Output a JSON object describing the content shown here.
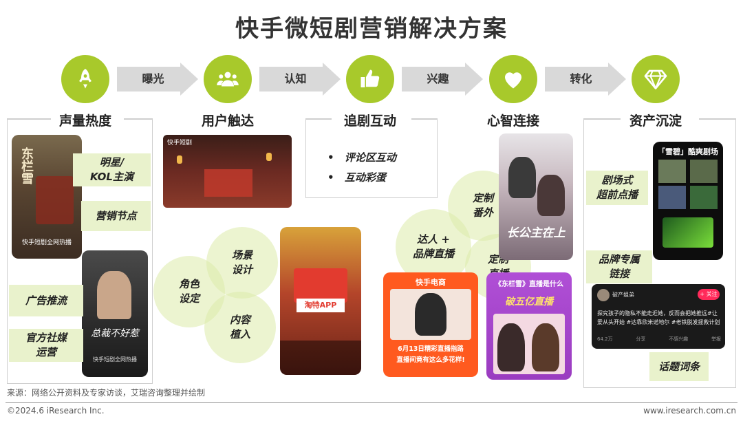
{
  "title": "快手微短剧营销解决方案",
  "arrows": [
    "曝光",
    "认知",
    "兴趣",
    "转化"
  ],
  "stages": [
    "声量热度",
    "用户触达",
    "追剧互动",
    "心智连接",
    "资产沉淀"
  ],
  "stage_icons": [
    "rocket-icon",
    "users-icon",
    "thumbs-up-icon",
    "heart-icon",
    "diamond-icon"
  ],
  "accent_color": "#a8c92b",
  "stage1": {
    "tags": [
      "明星/\nKOL主演",
      "营销节点",
      "广告推流",
      "官方社媒\n运营"
    ],
    "poster1_title": "东栏雪",
    "poster1_caption": "快手短剧全网热播",
    "poster2_title": "总裁不好惹",
    "poster2_caption": "快手短剧全网热播"
  },
  "stage2": {
    "venn": [
      "场景\n设计",
      "角色\n设定",
      "内容\n植入"
    ],
    "screen1_label": "快手短剧",
    "ad_brand": "淘特APP"
  },
  "stage3": {
    "bullets": [
      "评论区互动",
      "互动彩蛋"
    ]
  },
  "stage4": {
    "venn": [
      "定制\n番外",
      "达人 +\n品牌直播",
      "定制\n直播"
    ],
    "poster_title": "长公主在上",
    "live1_header": "快手电商",
    "live1_caption": "6月13日精彩直播指路\n直播间竟有这么多花样!",
    "live2_header": "《东栏雪》直播是什么",
    "live2_sub": "破五亿直播"
  },
  "stage5": {
    "tags": [
      "剧场式\n超前点播",
      "品牌专属\n链接",
      "话题词条"
    ],
    "theater_title": "「雪碧」酷爽剧场",
    "post_user": "破产姐弟",
    "post_follow": "+ 关注",
    "post_text": "探究孩子的隐私不能走近她，反而会把她推远#让爱从头开始 #达靠欣米诺地尔 #老铁脱发拯救计划",
    "post_stats": [
      "64.2万",
      "分享",
      "不感兴趣",
      "举报"
    ]
  },
  "footer": {
    "source": "来源：网络公开资料及专家访谈，艾瑞咨询整理并绘制",
    "copyright": "©2024.6 iResearch Inc.",
    "site": "www.iresearch.com.cn"
  }
}
